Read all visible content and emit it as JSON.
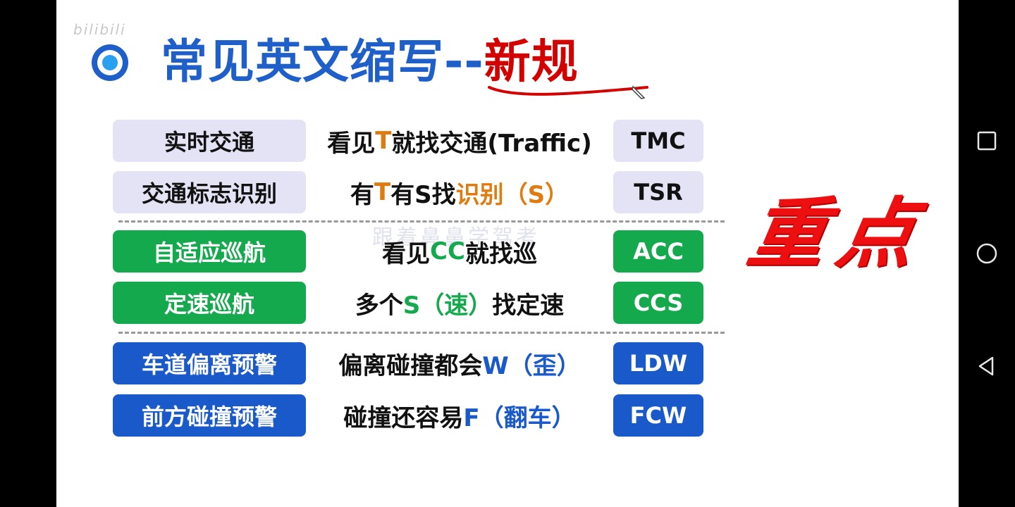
{
  "title": {
    "main": "常见英文缩写--",
    "highlight": "新规"
  },
  "watermarks": {
    "top": "bilibili",
    "middle": "跟着鼻鼻学驾考"
  },
  "key_label": "重点",
  "colors": {
    "title_blue": "#1f5fc9",
    "accent_red": "#d40000",
    "green": "#14a94c",
    "blue": "#1a59c9",
    "orange": "#e07b10",
    "lavender": "#e4e3f5"
  },
  "rows": [
    {
      "term": "实时交通",
      "mnemonic": {
        "a": "看见",
        "b": "T",
        "c": "就找交通(Traffic)",
        "d": ""
      },
      "abbr": "TMC"
    },
    {
      "term": "交通标志识别",
      "mnemonic": {
        "a": "有",
        "b": "T",
        "c": "有S找",
        "d": "识别（S）"
      },
      "abbr": "TSR"
    },
    {
      "term": "自适应巡航",
      "mnemonic": {
        "a": "看见",
        "b": "CC",
        "c": "就找巡",
        "d": ""
      },
      "abbr": "ACC"
    },
    {
      "term": "定速巡航",
      "mnemonic": {
        "a": "多个",
        "b": "S（速）",
        "c": "找定速",
        "d": ""
      },
      "abbr": "CCS"
    },
    {
      "term": "车道偏离预警",
      "mnemonic": {
        "a": "偏离碰撞都会",
        "b": "W（歪）",
        "c": "",
        "d": ""
      },
      "abbr": "LDW"
    },
    {
      "term": "前方碰撞预警",
      "mnemonic": {
        "a": "碰撞还容易",
        "b": "F（翻车）",
        "c": "",
        "d": ""
      },
      "abbr": "FCW"
    }
  ],
  "nav": {
    "recents_icon": "square-icon",
    "home_icon": "circle-icon",
    "back_icon": "triangle-back-icon"
  }
}
